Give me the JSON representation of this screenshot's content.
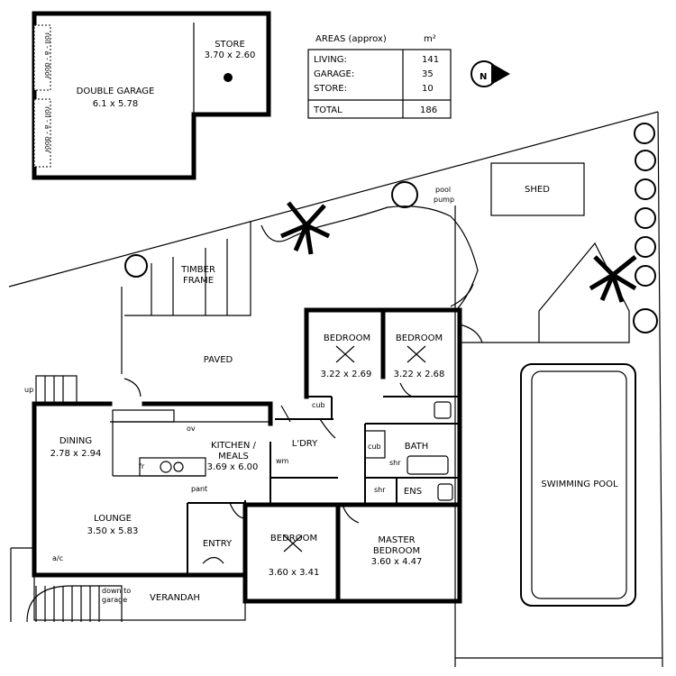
{
  "plan": {
    "rooms": {
      "garage_name": "DOUBLE GARAGE",
      "garage_dims": "6.1 x 5.78",
      "store_name": "STORE",
      "store_dims": "3.70 x 2.60",
      "roller_door_label": "roll - a - door",
      "timber_frame_1": "TIMBER",
      "timber_frame_2": "FRAME",
      "paved": "PAVED",
      "bed1_name": "BEDROOM",
      "bed1_dims": "3.22 x 2.69",
      "bed2_name": "BEDROOM",
      "bed2_dims": "3.22 x 2.68",
      "dining_name": "DINING",
      "dining_dims": "2.78 x 2.94",
      "kitchen_name_1": "KITCHEN /",
      "kitchen_name_2": "MEALS",
      "kitchen_dims": "3.69 x 6.00",
      "laundry": "L'DRY",
      "wm": "wm",
      "bath": "BATH",
      "ens": "ENS",
      "shr": "shr",
      "cub": "cub",
      "ov": "ov",
      "fr": "fr",
      "pantry": "pant",
      "lounge_name": "LOUNGE",
      "lounge_dims": "3.50 x 5.83",
      "entry": "ENTRY",
      "bed3_name": "BEDROOM",
      "bed3_dims": "3.60 x 3.41",
      "master_name_1": "MASTER",
      "master_name_2": "BEDROOM",
      "master_dims": "3.60 x 4.47",
      "verandah": "VERANDAH",
      "down_to_garage_1": "down to",
      "down_to_garage_2": "garage",
      "ac": "a/c",
      "up": "up",
      "swimming_pool": "SWIMMING POOL",
      "shed": "SHED",
      "pool_pump_1": "pool",
      "pool_pump_2": "pump"
    },
    "areas": {
      "title": "AREAS (approx)",
      "unit": "m²",
      "rows": [
        {
          "label": "LIVING:",
          "value": "141"
        },
        {
          "label": "GARAGE:",
          "value": "35"
        },
        {
          "label": "STORE:",
          "value": "10"
        }
      ],
      "total_label": "TOTAL",
      "total_value": "186"
    },
    "north": "N"
  }
}
